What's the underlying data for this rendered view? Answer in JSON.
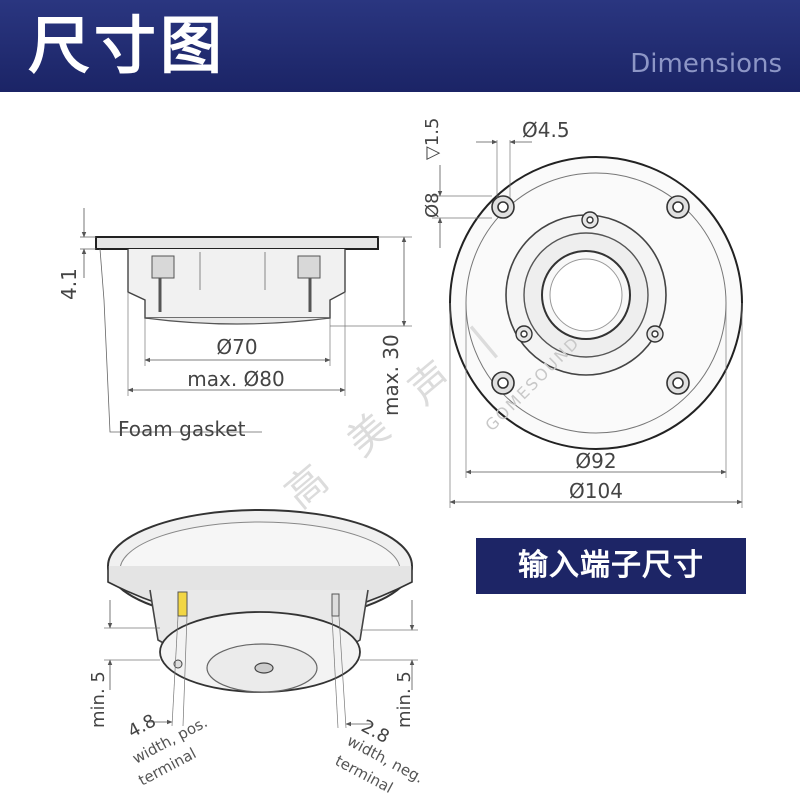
{
  "header": {
    "title": "尺寸图",
    "subtitle": "Dimensions"
  },
  "side_view": {
    "dim_flange_thickness": "4.1",
    "dim_inner_diameter": "Ø70",
    "dim_outer_diameter": "max. Ø80",
    "dim_depth": "max. 30",
    "gasket_label": "Foam gasket"
  },
  "front_view": {
    "dim_depth_note": "▽1.5",
    "dim_hole": "Ø4.5",
    "dim_hole_circle": "Ø8",
    "dim_inner_ring": "Ø92",
    "dim_outer_ring": "Ø104",
    "watermark": "GOMESOUND"
  },
  "badge": {
    "label": "输入端子尺寸"
  },
  "terminal_view": {
    "dim_min_left": "min. 5",
    "dim_min_right": "min. 5",
    "dim_pos_width": "4.8",
    "pos_label_line1": "width, pos.",
    "pos_label_line2": "terminal",
    "dim_neg_width": "2.8",
    "neg_label_line1": "width, neg.",
    "neg_label_line2": "terminal"
  },
  "watermark_cn": "高 美 声 |"
}
